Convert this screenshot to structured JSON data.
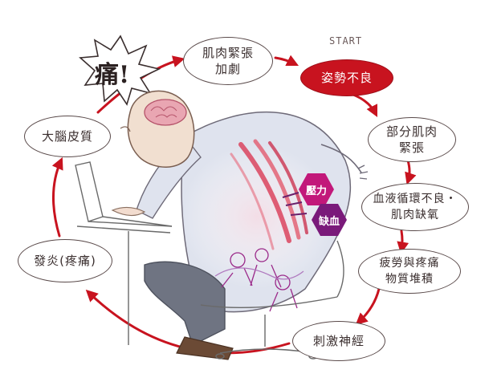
{
  "start_label": "START",
  "pain_label": "痛!",
  "colors": {
    "cycle": "#c8131f",
    "start_fill": "#c8131f",
    "bubble_border": "#5a4a4a",
    "marker_magenta": "#c2187a",
    "marker_purple": "#7a1a7a"
  },
  "cycle_nodes": [
    {
      "id": "muscle-tension-worse",
      "text": "肌肉緊張\n加劇"
    },
    {
      "id": "bad-posture",
      "text": "姿勢不良"
    },
    {
      "id": "partial-muscle-tension",
      "text": "部分肌肉\n緊張"
    },
    {
      "id": "poor-circulation",
      "text": "血液循環不良・\n肌肉缺氧"
    },
    {
      "id": "fatigue-substances",
      "text": "疲勞與疼痛\n物質堆積"
    },
    {
      "id": "stimulate-nerve",
      "text": "刺激神經"
    },
    {
      "id": "pain-onset",
      "text": "發炎(疼痛)"
    },
    {
      "id": "cerebral-cortex",
      "text": "大腦皮質"
    }
  ],
  "markers": [
    {
      "id": "pressure",
      "text": "壓力"
    },
    {
      "id": "oxygen-deficit",
      "text": "缺血"
    }
  ],
  "icons": [
    "burst-icon",
    "brain-icon",
    "laptop-icon",
    "chair-icon",
    "nerve-icon"
  ]
}
